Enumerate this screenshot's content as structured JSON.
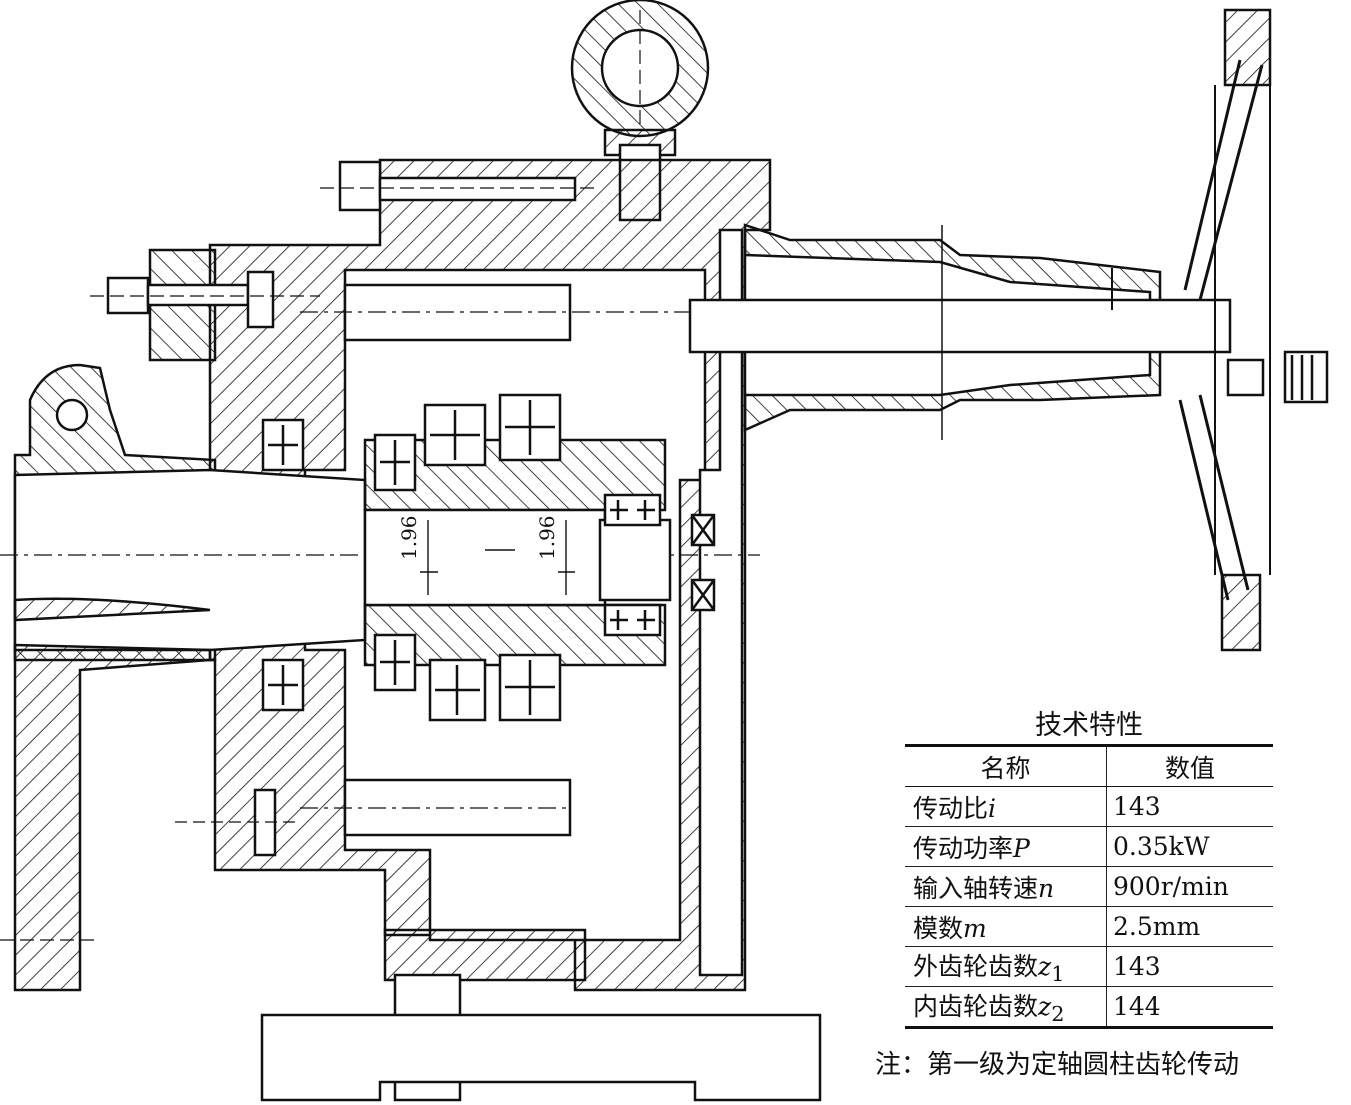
{
  "spec": {
    "title": "技术特性",
    "headers": {
      "name": "名称",
      "value": "数值"
    },
    "rows": [
      {
        "label": "传动比",
        "symbol": "i",
        "sub": "",
        "value": "143"
      },
      {
        "label": "传动功率",
        "symbol": "P",
        "sub": "",
        "value": "0.35kW"
      },
      {
        "label": "输入轴转速",
        "symbol": "n",
        "sub": "",
        "value": "900r/min"
      },
      {
        "label": "模数",
        "symbol": "m",
        "sub": "",
        "value": "2.5mm"
      },
      {
        "label": "外齿轮齿数",
        "symbol": "z",
        "sub": "1",
        "value": "143"
      },
      {
        "label": "内齿轮齿数",
        "symbol": "z",
        "sub": "2",
        "value": "144"
      }
    ]
  },
  "note": "注：第一级为定轴圆柱齿轮传动",
  "dimensions": {
    "left": "1.96",
    "right": "1.96"
  }
}
